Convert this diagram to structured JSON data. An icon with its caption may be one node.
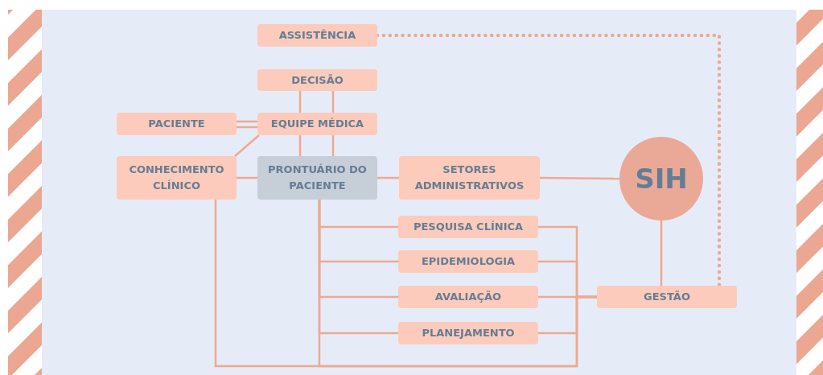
{
  "diagram": {
    "nodes": [
      {
        "text": [
          "ASSISTÊNCIA"
        ]
      },
      {
        "text": [
          "DECISÃO"
        ]
      },
      {
        "text": [
          "PACIENTE"
        ]
      },
      {
        "text": [
          "EQUIPE MÉDICA"
        ]
      },
      {
        "text": [
          "CONHECIMENTO CLÍNICO"
        ]
      },
      {
        "text": [
          "PRONTUÁRIO DO PACIENTE"
        ]
      },
      {
        "text": [
          "SETORES ADMINISTRATIVOS"
        ]
      },
      {
        "text": [
          "SIH"
        ]
      },
      {
        "text": [
          "PESQUISA CLÍNICA"
        ]
      },
      {
        "text": [
          "EPIDEMIOLOGIA"
        ]
      },
      {
        "text": [
          "AVALIAÇÃO"
        ]
      },
      {
        "text": [
          "PLANEJAMENTO"
        ]
      },
      {
        "text": [
          "GESTÃO"
        ]
      }
    ],
    "edges": [
      {
        "from": 1,
        "to": 3,
        "arrow": "none"
      },
      {
        "from": 1,
        "to": 3,
        "arrow": "none"
      },
      {
        "from": 2,
        "to": 3,
        "arrow": "none"
      },
      {
        "from": 2,
        "to": 3,
        "arrow": "none"
      },
      {
        "from": 3,
        "to": 4,
        "arrow": "none"
      },
      {
        "from": 3,
        "to": 5,
        "arrow": "none"
      },
      {
        "from": 3,
        "to": 5,
        "arrow": "none"
      },
      {
        "from": 4,
        "to": 5,
        "arrow": "none"
      },
      {
        "from": 5,
        "to": 6,
        "arrow": "none"
      },
      {
        "from": 6,
        "to": 7,
        "arrow": "none"
      },
      {
        "from": 7,
        "to": 12,
        "arrow": "none"
      },
      {
        "from": 0,
        "to": 12,
        "arrow": "none",
        "style": "dashed"
      },
      {
        "from": 5,
        "to": 8,
        "arrow": "none"
      },
      {
        "from": 5,
        "to": 9,
        "arrow": "none"
      },
      {
        "from": 5,
        "to": 10,
        "arrow": "none"
      },
      {
        "from": 5,
        "to": 11,
        "arrow": "none"
      },
      {
        "from": 8,
        "to": 12,
        "arrow": "none"
      },
      {
        "from": 9,
        "to": 12,
        "arrow": "none"
      },
      {
        "from": 10,
        "to": 12,
        "arrow": "none"
      },
      {
        "from": 11,
        "to": 12,
        "arrow": "none"
      },
      {
        "from": 4,
        "to": 12,
        "arrow": "none"
      },
      {
        "from": 5,
        "to": 12,
        "arrow": "none"
      }
    ]
  }
}
